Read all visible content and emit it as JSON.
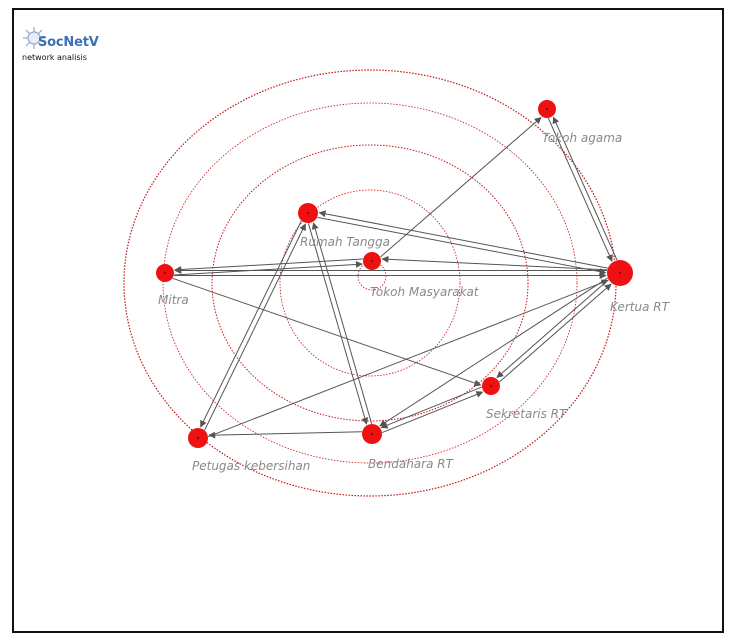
{
  "app": {
    "logo_text": "SocNetV",
    "subtitle": "network analisis",
    "logo_icon": "network-gear-icon"
  },
  "colors": {
    "node": "#ef1111",
    "ring": "#c51414",
    "edge": "#555555",
    "label": "#8a8a8a",
    "logo": "#3b6fb6"
  },
  "graph": {
    "nodes": [
      {
        "id": "rumah-tangga",
        "label": "Rumah Tangga"
      },
      {
        "id": "tokoh-masyarakat",
        "label": "Tokoh Masyarakat"
      },
      {
        "id": "mitra",
        "label": "Mitra"
      },
      {
        "id": "tokoh-agama",
        "label": "Tokoh agama"
      },
      {
        "id": "kertua-rt",
        "label": "Kertua RT"
      },
      {
        "id": "sekretaris-rt",
        "label": "Sekretaris RT"
      },
      {
        "id": "bendahara-rt",
        "label": "Bendahara RT"
      },
      {
        "id": "petugas-kebersihan",
        "label": "Petugas kebersihan"
      }
    ],
    "edges": [
      {
        "from": "kertua-rt",
        "to": "tokoh-agama"
      },
      {
        "from": "tokoh-agama",
        "to": "kertua-rt"
      },
      {
        "from": "kertua-rt",
        "to": "rumah-tangga"
      },
      {
        "from": "rumah-tangga",
        "to": "kertua-rt"
      },
      {
        "from": "kertua-rt",
        "to": "tokoh-masyarakat"
      },
      {
        "from": "kertua-rt",
        "to": "mitra"
      },
      {
        "from": "mitra",
        "to": "kertua-rt"
      },
      {
        "from": "kertua-rt",
        "to": "sekretaris-rt"
      },
      {
        "from": "sekretaris-rt",
        "to": "kertua-rt"
      },
      {
        "from": "kertua-rt",
        "to": "bendahara-rt"
      },
      {
        "from": "petugas-kebersihan",
        "to": "kertua-rt"
      },
      {
        "from": "tokoh-masyarakat",
        "to": "tokoh-agama"
      },
      {
        "from": "mitra",
        "to": "tokoh-masyarakat"
      },
      {
        "from": "tokoh-masyarakat",
        "to": "mitra"
      },
      {
        "from": "mitra",
        "to": "sekretaris-rt"
      },
      {
        "from": "rumah-tangga",
        "to": "bendahara-rt"
      },
      {
        "from": "bendahara-rt",
        "to": "rumah-tangga"
      },
      {
        "from": "rumah-tangga",
        "to": "petugas-kebersihan"
      },
      {
        "from": "petugas-kebersihan",
        "to": "rumah-tangga"
      },
      {
        "from": "bendahara-rt",
        "to": "petugas-kebersihan"
      },
      {
        "from": "bendahara-rt",
        "to": "sekretaris-rt"
      },
      {
        "from": "sekretaris-rt",
        "to": "bendahara-rt"
      }
    ]
  }
}
